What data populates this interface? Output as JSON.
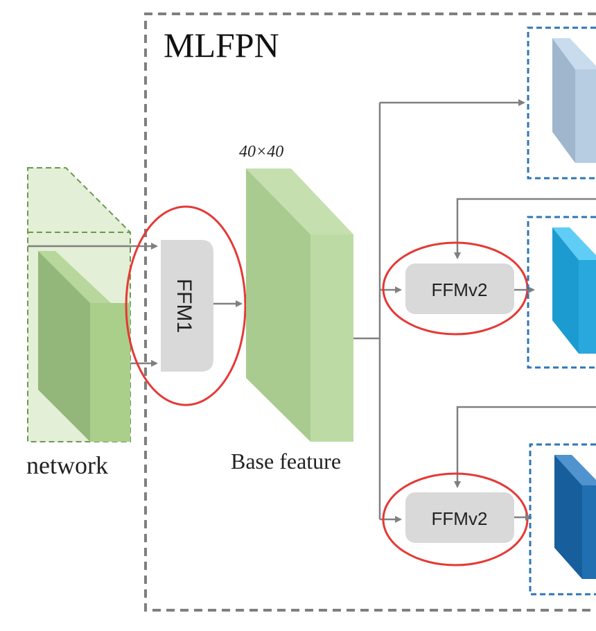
{
  "diagram": {
    "title": "MLFPN",
    "base_size_label": "40×40",
    "base_feature_label": "Base feature",
    "backbone_label": "network",
    "modules": {
      "ffm1": "FFM1",
      "ffmv2_top": "FFMv2",
      "ffmv2_bottom": "FFMv2"
    }
  },
  "colors": {
    "frame": "#7f7f7f",
    "arrow": "#808080",
    "highlight": "#e53935",
    "module_fill": "#d9d9d9",
    "green_light": "#c9e2b3",
    "green_mid": "#a9cf8b",
    "green_dark": "#93b67a",
    "blue_dashed": "#2e75b6"
  }
}
